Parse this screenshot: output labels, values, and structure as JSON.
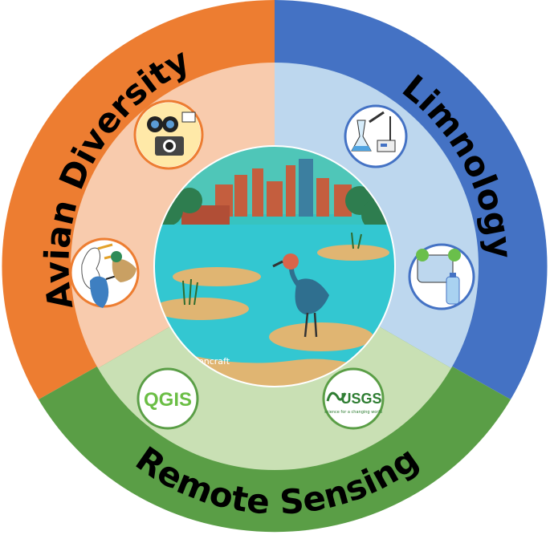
{
  "segments": {
    "avian": {
      "title": "Avian Diversity",
      "outer_color": "#ED7D31",
      "inner_color": "#F8CBAD"
    },
    "limnology": {
      "title": "Limnology",
      "outer_color": "#4472C4",
      "inner_color": "#BDD7EE"
    },
    "remote": {
      "title": "Remote Sensing",
      "outer_color": "#5A9E46",
      "inner_color": "#C9E0B4"
    }
  },
  "icons": {
    "binoculars_camera": "binoculars-camera-icon",
    "birds": "birds-icon",
    "lab_equipment": "lab-equipment-icon",
    "water_sample": "water-sample-icon"
  },
  "logos": {
    "qgis": {
      "text": "QGIS",
      "color": "#6BBE45"
    },
    "usgs": {
      "text": "USGS",
      "tagline": "science for a changing world",
      "color": "#2E7D32"
    }
  },
  "center_image": {
    "caption": "gencraft"
  }
}
